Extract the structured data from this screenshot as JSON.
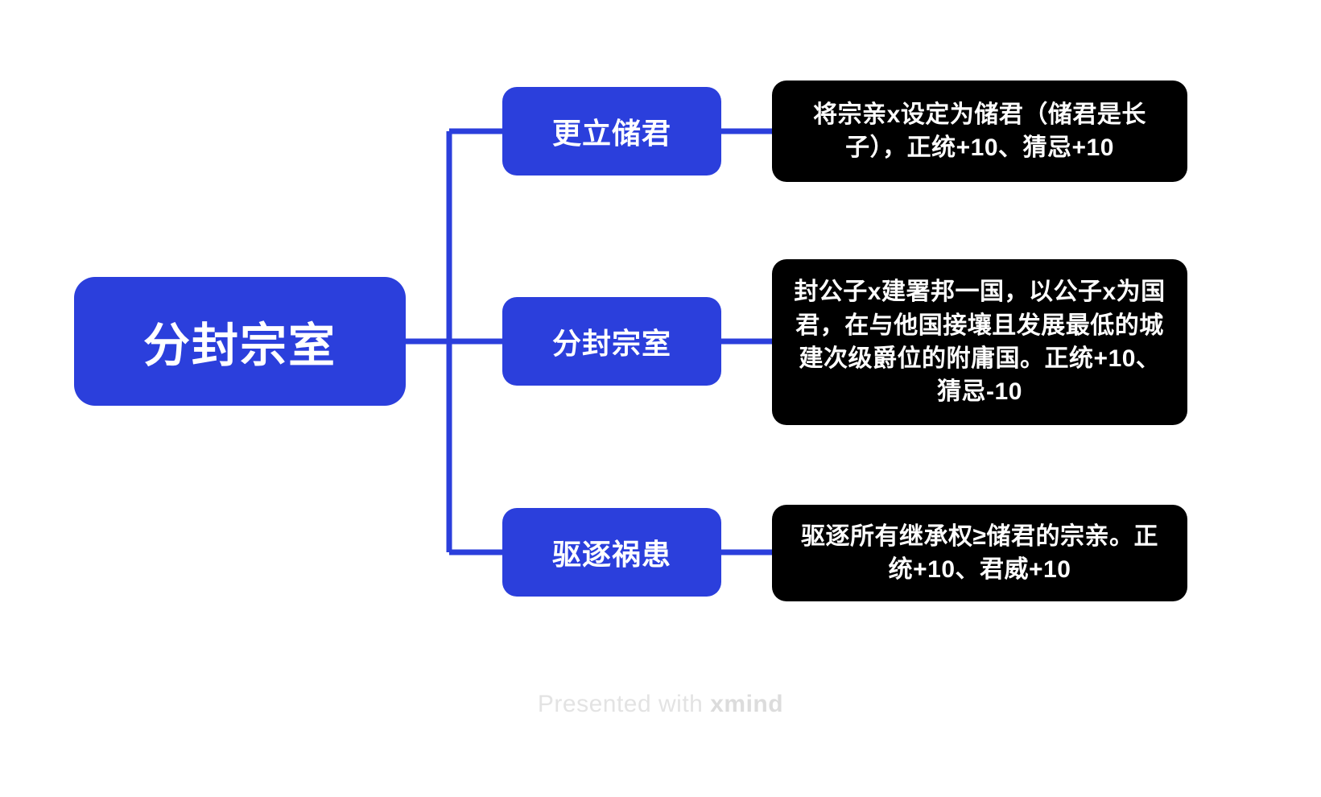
{
  "theme": {
    "background": "#ffffff",
    "accent_blue": "#2B3FDC",
    "detail_bg": "#000000",
    "detail_text": "#ffffff",
    "footer_text": "#e3e3e3"
  },
  "mindmap": {
    "root": {
      "label": "分封宗室"
    },
    "branches": [
      {
        "label": "更立储君",
        "detail": "将宗亲x设定为储君（储君是长子），正统+10、猜忌+10"
      },
      {
        "label": "分封宗室",
        "detail": "封公子x建署邦一国，以公子x为国君，在与他国接壤且发展最低的城建次级爵位的附庸国。正统+10、猜忌-10"
      },
      {
        "label": "驱逐祸患",
        "detail": "驱逐所有继承权≥储君的宗亲。正统+10、君威+10"
      }
    ]
  },
  "footer": {
    "prefix": "Presented with ",
    "brand": "xmind"
  }
}
